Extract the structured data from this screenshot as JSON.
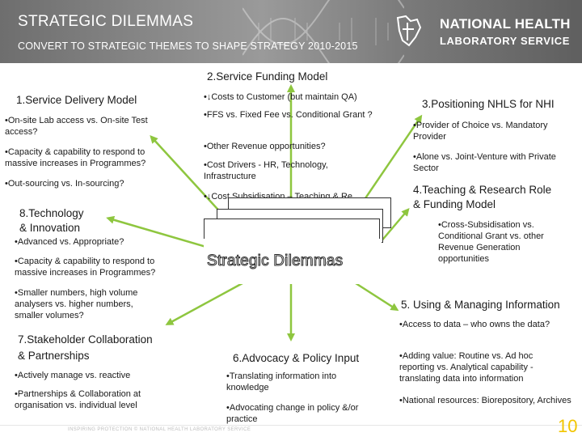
{
  "header": {
    "title": "STRATEGIC DILEMMAS",
    "subtitle": "CONVERT TO STRATEGIC THEMES TO SHAPE STRATEGY 2010-2015",
    "org_line1": "NATIONAL HEALTH",
    "org_line2": "LABORATORY SERVICE"
  },
  "center": {
    "label": "Strategic Dilemmas"
  },
  "sections": {
    "funding": {
      "title": "2.Service Funding Model",
      "items": [
        "•↓Costs to Customer (but maintain QA)",
        "•FFS vs. Fixed Fee vs. Conditional Grant ?",
        "•Other Revenue opportunities?",
        "•Cost Drivers - HR, Technology, Infrastructure",
        "•↓Cost Subsidisation – Teaching & Re"
      ]
    },
    "delivery": {
      "title": "1.Service Delivery Model",
      "items": [
        "•On-site Lab access vs. On-site Test access?",
        "•Capacity & capability to respond to massive increases in Programmes?",
        "•Out-sourcing vs. In-sourcing?"
      ]
    },
    "technology": {
      "title_line1": "8.Technology",
      "title_line2": "& Innovation",
      "items": [
        "•Advanced vs. Appropriate?",
        "•Capacity & capability to respond to massive increases in Programmes?",
        "•Smaller numbers, high volume analysers vs. higher numbers, smaller volumes?"
      ]
    },
    "stakeholder": {
      "title_line1": "7.Stakeholder Collaboration",
      "title_line2": "& Partnerships",
      "items": [
        "•Actively manage vs. reactive",
        "•Partnerships & Collaboration at organisation vs. individual level"
      ]
    },
    "positioning": {
      "title": "3.Positioning NHLS for NHI",
      "items": [
        "•Provider of Choice vs. Mandatory Provider",
        "•Alone vs. Joint-Venture with Private Sector"
      ]
    },
    "teaching": {
      "title_line1": "4.Teaching & Research Role",
      "title_line2": "& Funding Model",
      "items": [
        "•Cross-Subsidisation vs. Conditional Grant vs. other Revenue Generation opportunities"
      ]
    },
    "information": {
      "title": "5. Using & Managing Information",
      "items": [
        "•Access to data – who owns the data?",
        "•Adding value: Routine vs. Ad hoc reporting vs. Analytical capability - translating data into information",
        "•National resources: Biorepository, Archives"
      ]
    },
    "advocacy": {
      "title": "6.Advocacy & Policy Input",
      "items": [
        "•Translating information into knowledge",
        "•Advocating change in policy &/or practice"
      ]
    }
  },
  "footer": {
    "text": "INSPIRING PROTECTION © NATIONAL HEALTH LABORATORY SERVICE",
    "page_number": "10"
  },
  "colors": {
    "header_grey": "#8a8a8a",
    "page_number": "#f2c500",
    "arrow": "#8ec63f"
  }
}
